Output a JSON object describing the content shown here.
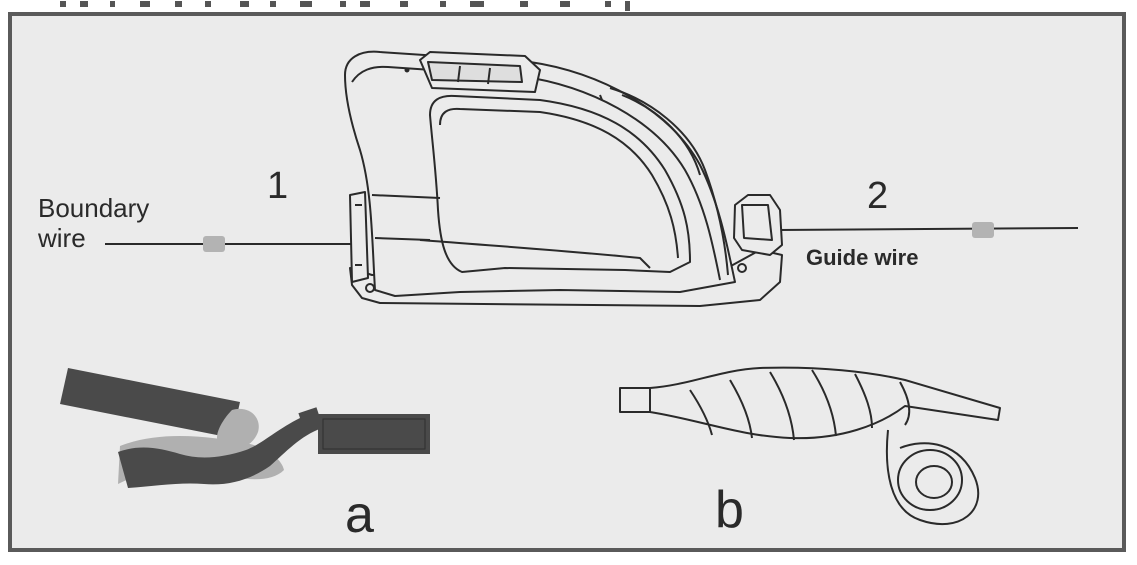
{
  "labels": {
    "step_1": "1",
    "step_2": "2",
    "boundary_wire": [
      "Boundary",
      "wire"
    ],
    "guide_wire": "Guide wire",
    "join_a": "a",
    "join_b": "b"
  },
  "colors": {
    "frame_border": "#5a5a5a",
    "panel_bg": "#ebebeb",
    "line": "#2a2a2a",
    "connector": "#b3b3b3",
    "wire_dark": "#4a4a4a",
    "wire_light": "#b0b0b0"
  }
}
